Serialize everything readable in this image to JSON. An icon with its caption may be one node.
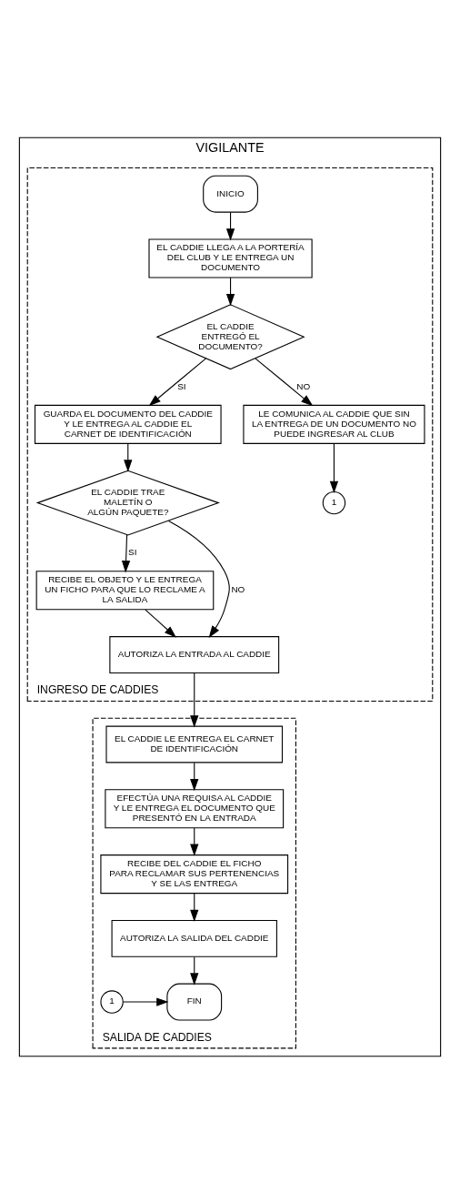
{
  "diagram": {
    "nodes": [
      {
        "text": [
          "VIGILANTE"
        ]
      },
      {
        "text": [
          "INGRESO DE CADDIES"
        ],
        "in": 0
      },
      {
        "text": [
          "INICIO"
        ],
        "in": 1
      },
      {
        "text": [
          "EL CADDIE LLEGA A LA PORTERÍA DEL CLUB Y LE ENTREGA UN DOCUMENTO"
        ],
        "in": 1
      },
      {
        "text": [
          "EL CADDIE ENTREGÓ EL DOCUMENTO?"
        ],
        "in": 1
      },
      {
        "text": [
          "GUARDA EL DOCUMENTO DEL CADDIE Y LE ENTREGA AL CADDIE EL CARNET DE IDENTIFICACIÓN"
        ],
        "in": 1
      },
      {
        "text": [
          "LE COMUNICA AL CADDIE QUE SIN LA ENTREGA DE UN DOCUMENTO NO PUEDE INGRESAR AL CLUB"
        ],
        "in": 1
      },
      {
        "text": [
          "1"
        ],
        "in": 1
      },
      {
        "text": [
          "EL CADDIE TRAE MALETÍN O ALGÚN PAQUETE?"
        ],
        "in": 1
      },
      {
        "text": [
          "RECIBE EL OBJETO Y LE ENTREGA UN FICHO PARA QUE LO RECLAME A LA SALIDA"
        ],
        "in": 1
      },
      {
        "text": [
          "AUTORIZA LA ENTRADA AL CADDIE"
        ],
        "in": 1
      },
      {
        "text": [
          "SALIDA DE CADDIES"
        ],
        "in": 0
      },
      {
        "text": [
          "EL CADDIE LE ENTREGA EL CARNET DE IDENTIFICACIÓN"
        ],
        "in": 11
      },
      {
        "text": [
          "EFECTÚA UNA REQUISA AL CADDIE Y LE ENTREGA EL DOCUMENTO QUE PRESENTÓ EN LA ENTRADA"
        ],
        "in": 11
      },
      {
        "text": [
          "RECIBE DEL CADDIE EL FICHO PARA RECLAMAR SUS PERTENENCIAS Y SE LAS ENTREGA"
        ],
        "in": 11
      },
      {
        "text": [
          "AUTORIZA LA SALIDA DEL CADDIE"
        ],
        "in": 11
      },
      {
        "text": [
          "1"
        ],
        "in": 11
      },
      {
        "text": [
          "FIN"
        ],
        "in": 11
      }
    ],
    "edges": [
      {
        "from": 2,
        "to": 3,
        "arrow": "to"
      },
      {
        "from": 3,
        "to": 4,
        "arrow": "to"
      },
      {
        "from": 4,
        "to": 5,
        "arrow": "to",
        "label": "SI"
      },
      {
        "from": 4,
        "to": 6,
        "arrow": "to",
        "label": "NO"
      },
      {
        "from": 6,
        "to": 7,
        "arrow": "to"
      },
      {
        "from": 5,
        "to": 8,
        "arrow": "to"
      },
      {
        "from": 8,
        "to": 10,
        "arrow": "to",
        "label": "NO"
      },
      {
        "from": 8,
        "to": 9,
        "arrow": "to",
        "label": "SI"
      },
      {
        "from": 9,
        "to": 10,
        "arrow": "to"
      },
      {
        "from": 10,
        "to": 12,
        "arrow": "to"
      },
      {
        "from": 12,
        "to": 13,
        "arrow": "to"
      },
      {
        "from": 13,
        "to": 14,
        "arrow": "to"
      },
      {
        "from": 14,
        "to": 15,
        "arrow": "to"
      },
      {
        "from": 15,
        "to": 17,
        "arrow": "to"
      },
      {
        "from": 16,
        "to": 17,
        "arrow": "to"
      }
    ]
  }
}
